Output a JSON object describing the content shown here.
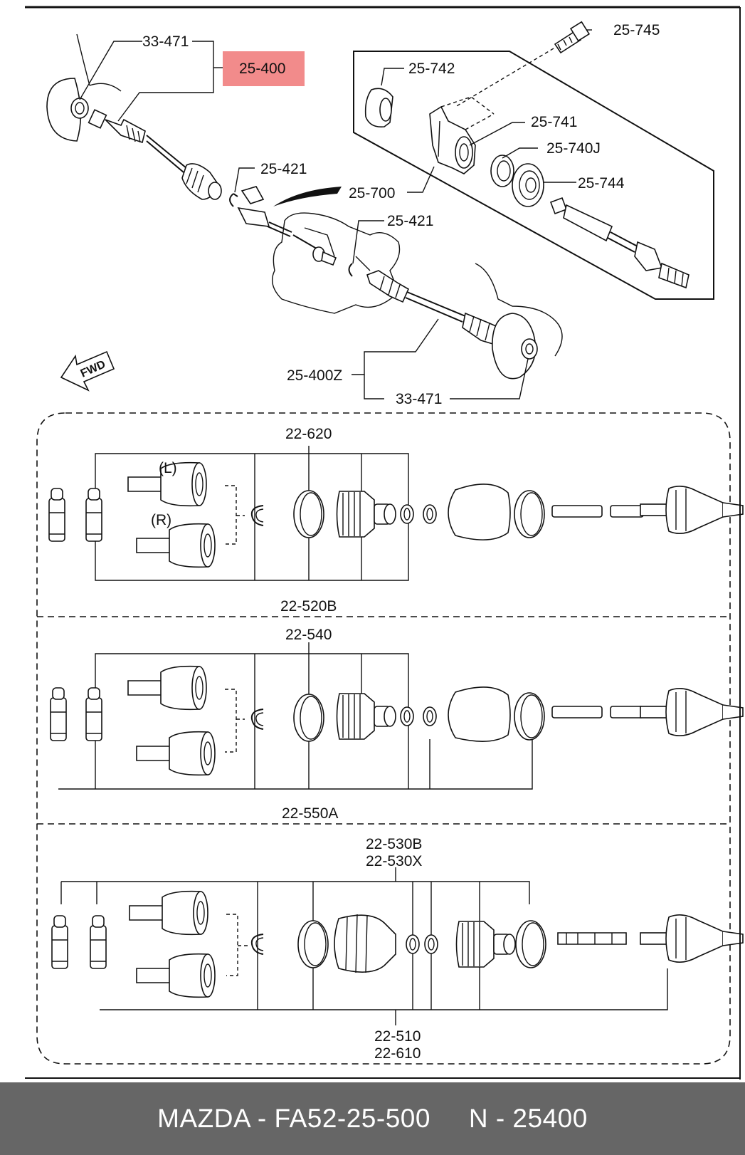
{
  "diagram": {
    "highlighted_part": "25-400",
    "highlight_color": "#f28b8b",
    "fwd_label": "FWD",
    "upper_labels": {
      "hub_nut_left": "33-471",
      "left_shaft": "25-400",
      "bolt": "25-745",
      "seal": "25-742",
      "bracket": "25-741",
      "bearing_kit": "25-740J",
      "bearing": "25-744",
      "joint_shaft": "25-700",
      "clip_upper": "25-421",
      "clip_lower": "25-421",
      "right_shaft": "25-400Z",
      "hub_nut_right": "33-471"
    },
    "group1": {
      "top_label": "22-620",
      "bottom_label": "22-520B",
      "side_left": "(L)",
      "side_right": "(R)"
    },
    "group2": {
      "top_label": "22-540",
      "bottom_label": "22-550A"
    },
    "group3": {
      "top_label_1": "22-530B",
      "top_label_2": "22-530X",
      "bottom_label_1": "22-510",
      "bottom_label_2": "22-610"
    }
  },
  "footer": {
    "text": "MAZDA - FA52-25-500     N - 25400",
    "background": "#666666"
  }
}
